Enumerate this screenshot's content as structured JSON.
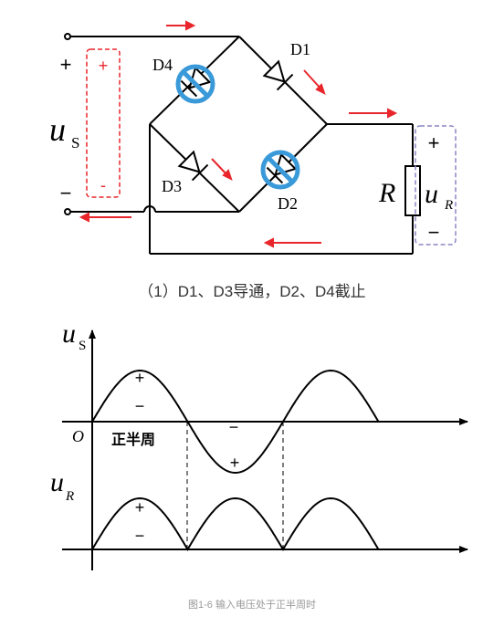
{
  "circuit": {
    "source_plus": "+",
    "source_minus": "−",
    "source_label_u": "u",
    "source_label_sub": "S",
    "polarity_plus": "+",
    "polarity_minus": "-",
    "diode_labels": [
      "D1",
      "D2",
      "D3",
      "D4"
    ],
    "resistor_label": "R",
    "load_plus": "+",
    "load_minus": "−",
    "load_label_u": "u",
    "load_label_sub": "R",
    "subcaption": "（1）D1、D3导通，D2、D4截止",
    "colors": {
      "wire": "#000000",
      "current_arrow": "#e8262b",
      "source_box": "#e8262b",
      "load_box": "#8a86c4",
      "blocked_mark": "#3a9ad9"
    }
  },
  "waveforms": {
    "us_label_u": "u",
    "us_label_sub": "S",
    "ur_label_u": "u",
    "ur_label_sub": "R",
    "origin": "O",
    "positive_half_label": "正半周",
    "signs": {
      "us_pos_plus": "+",
      "us_pos_minus": "−",
      "us_neg_minus": "−",
      "us_neg_plus": "+",
      "ur_plus": "+",
      "ur_minus": "−"
    }
  },
  "figure_caption": "图1-6 输入电压处于正半周时"
}
